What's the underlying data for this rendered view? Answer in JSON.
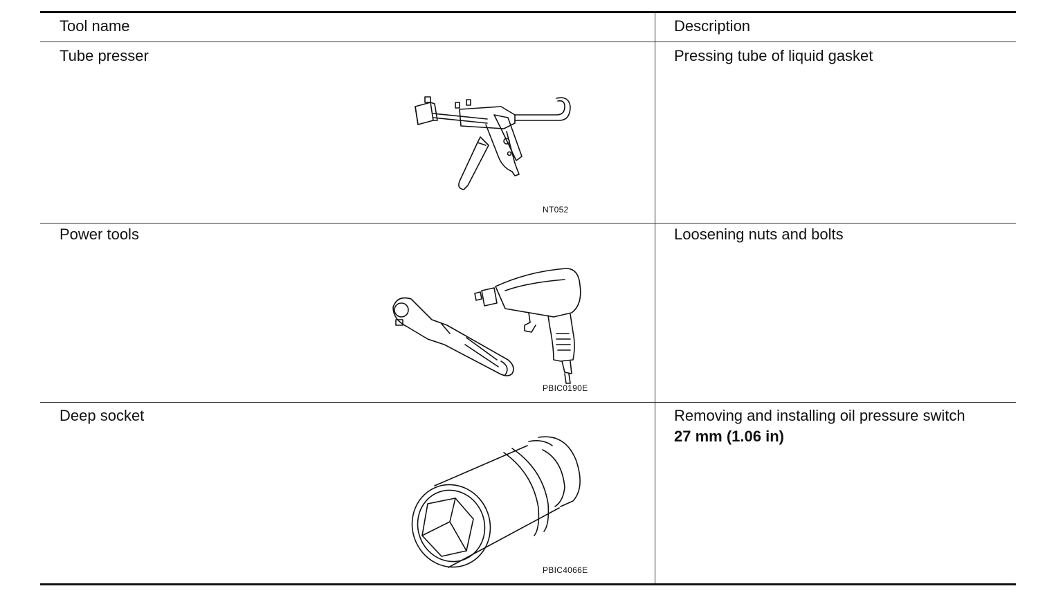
{
  "header": {
    "tool_name": "Tool name",
    "description": "Description"
  },
  "rows": [
    {
      "tool": "Tube presser",
      "description": "Pressing tube of liquid gasket",
      "figure_code": "NT052",
      "icon": "caulking-gun-icon"
    },
    {
      "tool": "Power tools",
      "description": "Loosening nuts and bolts",
      "figure_code": "PBIC0190E",
      "icon": "air-tools-icon"
    },
    {
      "tool": "Deep socket",
      "description": "Removing and installing oil pressure switch",
      "description_extra": "27 mm (1.06 in)",
      "figure_code": "PBIC4066E",
      "icon": "deep-socket-icon"
    }
  ]
}
